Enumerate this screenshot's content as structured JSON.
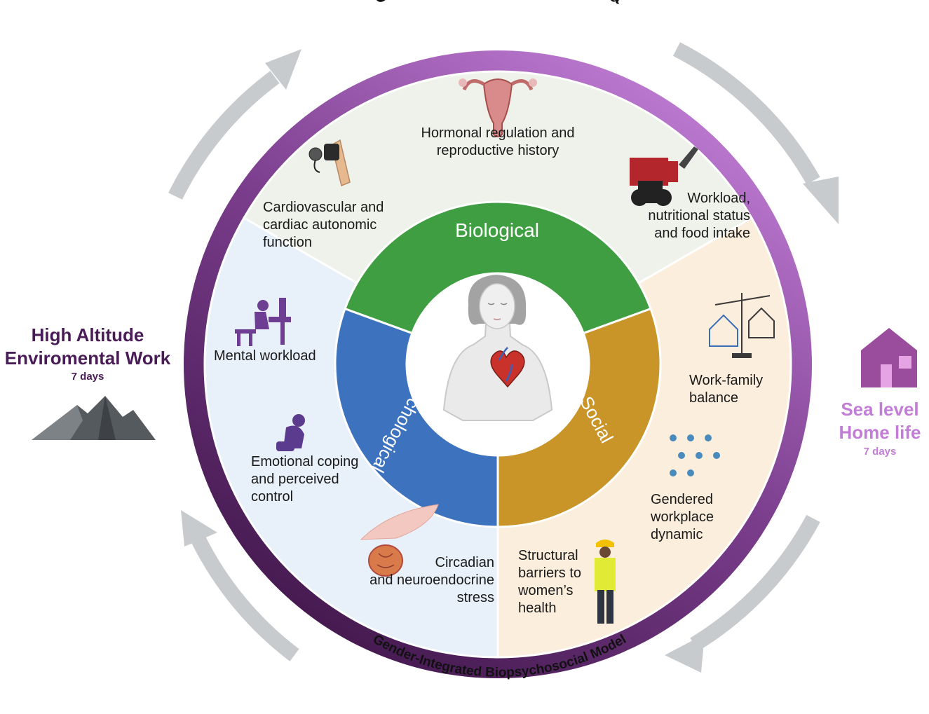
{
  "outer_ring": {
    "top_label": "Chronic Intermittent Hypoxia",
    "bottom_label": "Gender-Integrated Biopsychosocial Model"
  },
  "left_side": {
    "title_line1": "High Altitude",
    "title_line2": "Enviromental Work",
    "duration": "7 days",
    "icon": "mountain-icon"
  },
  "right_side": {
    "title_line1": "Sea level",
    "title_line2": "Home life",
    "duration": "7 days",
    "icon": "house-icon"
  },
  "inner_ring": {
    "biological": "Biological",
    "psychological": "Psychological",
    "social": "Social"
  },
  "factors": {
    "hormonal": [
      "Hormonal regulation and",
      "reproductive history"
    ],
    "cardio": [
      "Cardiovascular and",
      "cardiac autonomic",
      "function"
    ],
    "workload": [
      "Workload,",
      "nutritional status",
      "and food intake"
    ],
    "mental": "Mental workload",
    "emotional": [
      "Emotional coping",
      "and perceived",
      "control"
    ],
    "circadian": [
      "Circadian",
      "and neuroendocrine",
      "stress"
    ],
    "workfamily": [
      "Work-family",
      "balance"
    ],
    "gendered": [
      "Gendered",
      "workplace",
      "dynamic"
    ],
    "structural": [
      "Structural",
      "barriers to",
      "women’s",
      "health"
    ]
  },
  "colors": {
    "ring_dark": "#4a1c57",
    "ring_light": "#c27ed6",
    "biological": "#3f9e41",
    "psychological": "#3d72bf",
    "social": "#c99428",
    "bio_bg": "#eef2ea",
    "psych_bg": "#e8f0f9",
    "social_bg": "#fbeedc",
    "left_title": "#4a1c57",
    "right_title": "#c27ed6"
  }
}
